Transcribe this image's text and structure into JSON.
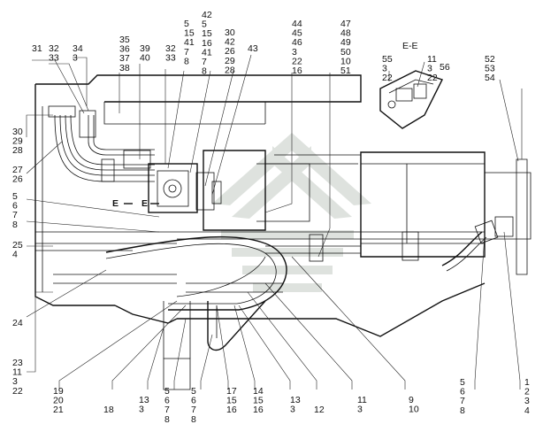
{
  "section_label": "E-E",
  "section_marks": [
    "E",
    "E"
  ],
  "callouts": [
    {
      "id": "c-31",
      "lines": [
        "31"
      ]
    },
    {
      "id": "c-32",
      "lines": [
        "32",
        "33"
      ]
    },
    {
      "id": "c-34",
      "lines": [
        "34",
        "3"
      ]
    },
    {
      "id": "c-35",
      "lines": [
        "35",
        "36",
        "37",
        "38"
      ]
    },
    {
      "id": "c-39",
      "lines": [
        "39",
        "40"
      ]
    },
    {
      "id": "c-32b",
      "lines": [
        "32",
        "33"
      ]
    },
    {
      "id": "c-5a",
      "lines": [
        "5",
        "15",
        "41",
        "7",
        "8"
      ]
    },
    {
      "id": "c-42",
      "lines": [
        "42",
        "5",
        "15",
        "16",
        "41",
        "7",
        "8"
      ]
    },
    {
      "id": "c-30",
      "lines": [
        "30",
        "42",
        "26",
        "29",
        "28"
      ]
    },
    {
      "id": "c-43",
      "lines": [
        "43"
      ]
    },
    {
      "id": "c-44",
      "lines": [
        "44",
        "45",
        "46",
        "3",
        "22",
        "16"
      ]
    },
    {
      "id": "c-47",
      "lines": [
        "47",
        "48",
        "49",
        "50",
        "10",
        "51"
      ]
    },
    {
      "id": "c-55",
      "lines": [
        "55",
        "3",
        "22"
      ]
    },
    {
      "id": "c-11",
      "lines": [
        "11",
        "3",
        "22"
      ]
    },
    {
      "id": "c-56",
      "lines": [
        "56"
      ]
    },
    {
      "id": "c-52",
      "lines": [
        "52",
        "53",
        "54"
      ]
    },
    {
      "id": "c-30l",
      "lines": [
        "30",
        "29",
        "28"
      ]
    },
    {
      "id": "c-27",
      "lines": [
        "27",
        "26"
      ]
    },
    {
      "id": "c-5l",
      "lines": [
        "5",
        "6",
        "7",
        "8"
      ]
    },
    {
      "id": "c-25",
      "lines": [
        "25",
        "4"
      ]
    },
    {
      "id": "c-24",
      "lines": [
        "24"
      ]
    },
    {
      "id": "c-23",
      "lines": [
        "23",
        "11",
        "3",
        "22"
      ]
    },
    {
      "id": "c-19",
      "lines": [
        "19",
        "20",
        "21"
      ]
    },
    {
      "id": "c-18",
      "lines": [
        "18"
      ]
    },
    {
      "id": "c-13a",
      "lines": [
        "13",
        "3"
      ]
    },
    {
      "id": "c-5b",
      "lines": [
        "5",
        "6",
        "7",
        "8"
      ]
    },
    {
      "id": "c-5c",
      "lines": [
        "5",
        "6",
        "7",
        "8"
      ]
    },
    {
      "id": "c-17",
      "lines": [
        "17",
        "15",
        "16"
      ]
    },
    {
      "id": "c-14",
      "lines": [
        "14",
        "15",
        "16"
      ]
    },
    {
      "id": "c-13b",
      "lines": [
        "13",
        "3"
      ]
    },
    {
      "id": "c-12",
      "lines": [
        "12"
      ]
    },
    {
      "id": "c-11b",
      "lines": [
        "11",
        "3"
      ]
    },
    {
      "id": "c-9",
      "lines": [
        "9",
        "10"
      ]
    },
    {
      "id": "c-5r",
      "lines": [
        "5",
        "6",
        "7",
        "8"
      ]
    },
    {
      "id": "c-1",
      "lines": [
        "1",
        "2",
        "3",
        "4"
      ]
    }
  ]
}
